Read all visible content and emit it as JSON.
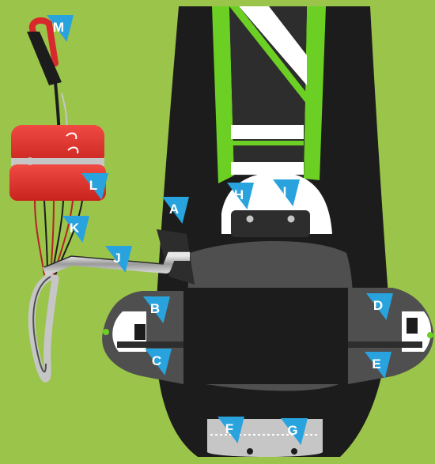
{
  "colors": {
    "background": "#9bc44a",
    "callout": "#29a3dd",
    "callout_text": "#ffffff",
    "harness_dark": "#1c1c1c",
    "harness_mid": "#2d2d2d",
    "harness_gray": "#4f4f4f",
    "green_strap": "#6ccf23",
    "white_stripe": "#ffffff",
    "reserve_red": "#e0312c",
    "handle_red": "#d8282c",
    "silver": "#c6c6c6"
  },
  "callouts": [
    {
      "id": "a",
      "label": "A"
    },
    {
      "id": "b",
      "label": "B"
    },
    {
      "id": "c",
      "label": "C"
    },
    {
      "id": "d",
      "label": "D"
    },
    {
      "id": "e",
      "label": "E"
    },
    {
      "id": "f",
      "label": "F"
    },
    {
      "id": "g",
      "label": "G"
    },
    {
      "id": "h",
      "label": "H"
    },
    {
      "id": "i",
      "label": "I"
    },
    {
      "id": "j",
      "label": "J"
    },
    {
      "id": "k",
      "label": "K"
    },
    {
      "id": "l",
      "label": "L"
    },
    {
      "id": "m",
      "label": "M"
    }
  ]
}
